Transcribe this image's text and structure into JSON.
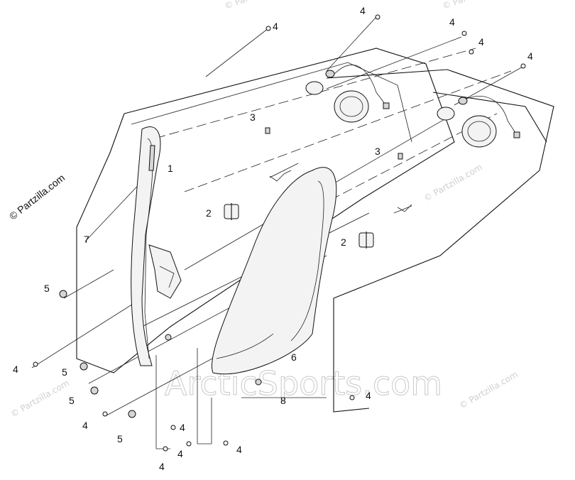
{
  "credit": "© Partzilla.com",
  "watermarks": {
    "main": "ArcticSports.com",
    "small": "© Partzilla.com"
  },
  "callouts": {
    "c1": "1",
    "c2": "2",
    "c3": "3",
    "c4": "4",
    "c5": "5",
    "c6": "6",
    "c7": "7",
    "c8": "8"
  },
  "colors": {
    "line": "#111111",
    "watermark": "#cfcfcf"
  }
}
